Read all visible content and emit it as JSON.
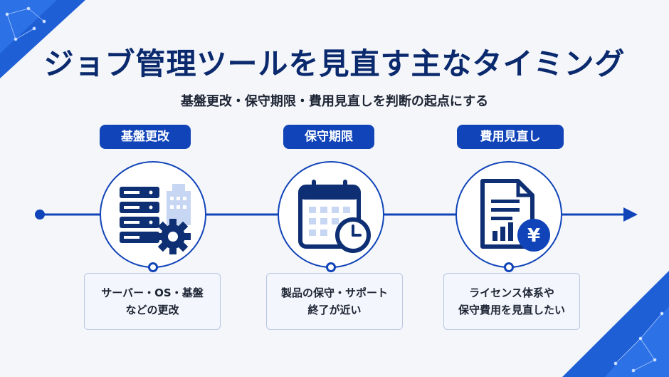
{
  "title": "ジョブ管理ツールを見直す主なタイミング",
  "subtitle": "基盤更改・保守期限・費用見直しを判断の起点にする",
  "steps": [
    {
      "label": "基盤更改",
      "icon": "server-gear-icon",
      "desc_line1": "サーバー・OS・基盤",
      "desc_line2": "などの更改"
    },
    {
      "label": "保守期限",
      "icon": "calendar-clock-icon",
      "desc_line1": "製品の保守・サポート",
      "desc_line2": "終了が近い"
    },
    {
      "label": "費用見直し",
      "icon": "document-yen-icon",
      "desc_line1": "ライセンス体系や",
      "desc_line2": "保守費用を見直したい"
    }
  ],
  "colors": {
    "primary": "#1144b8",
    "title": "#0b2a6e",
    "light": "#dce6f7"
  }
}
